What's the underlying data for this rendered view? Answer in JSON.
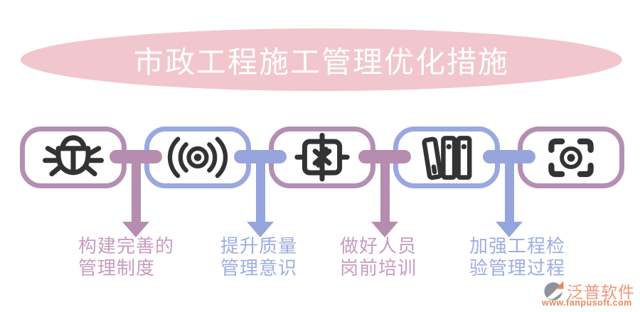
{
  "title": {
    "text": "市政工程施工管理优化措施"
  },
  "steps": [
    {
      "icon": "bug-icon",
      "border": "purple"
    },
    {
      "icon": "broadcast-icon",
      "border": "blue"
    },
    {
      "icon": "gift-icon",
      "border": "purple"
    },
    {
      "icon": "books-icon",
      "border": "blue"
    },
    {
      "icon": "scan-eye-icon",
      "border": "purple"
    }
  ],
  "measures": [
    {
      "line1": "构建完善的",
      "line2": "管理制度",
      "color": "pink"
    },
    {
      "line1": "提升质量",
      "line2": "管理意识",
      "color": "blue"
    },
    {
      "line1": "做好人员",
      "line2": "岗前培训",
      "color": "pink"
    },
    {
      "line1": "加强工程检",
      "line2": "验管理过程",
      "color": "blue"
    }
  ],
  "colors": {
    "ellipse_pink": "#F2C6CD",
    "title_text": "#FFFFFF",
    "purple_border": "#B48FB4",
    "blue_border": "#9AA8DF",
    "icon_dark": "#333333",
    "arrow_pink": "#B68CAF",
    "arrow_blue": "#96A5DB",
    "label_pink": "#C79CC0",
    "label_blue": "#9FADE2",
    "logo_name": "#EF9677",
    "logo_url": "#E8895E"
  },
  "logo": {
    "name": "泛普软件",
    "url": "www.fanpusoft.com"
  }
}
